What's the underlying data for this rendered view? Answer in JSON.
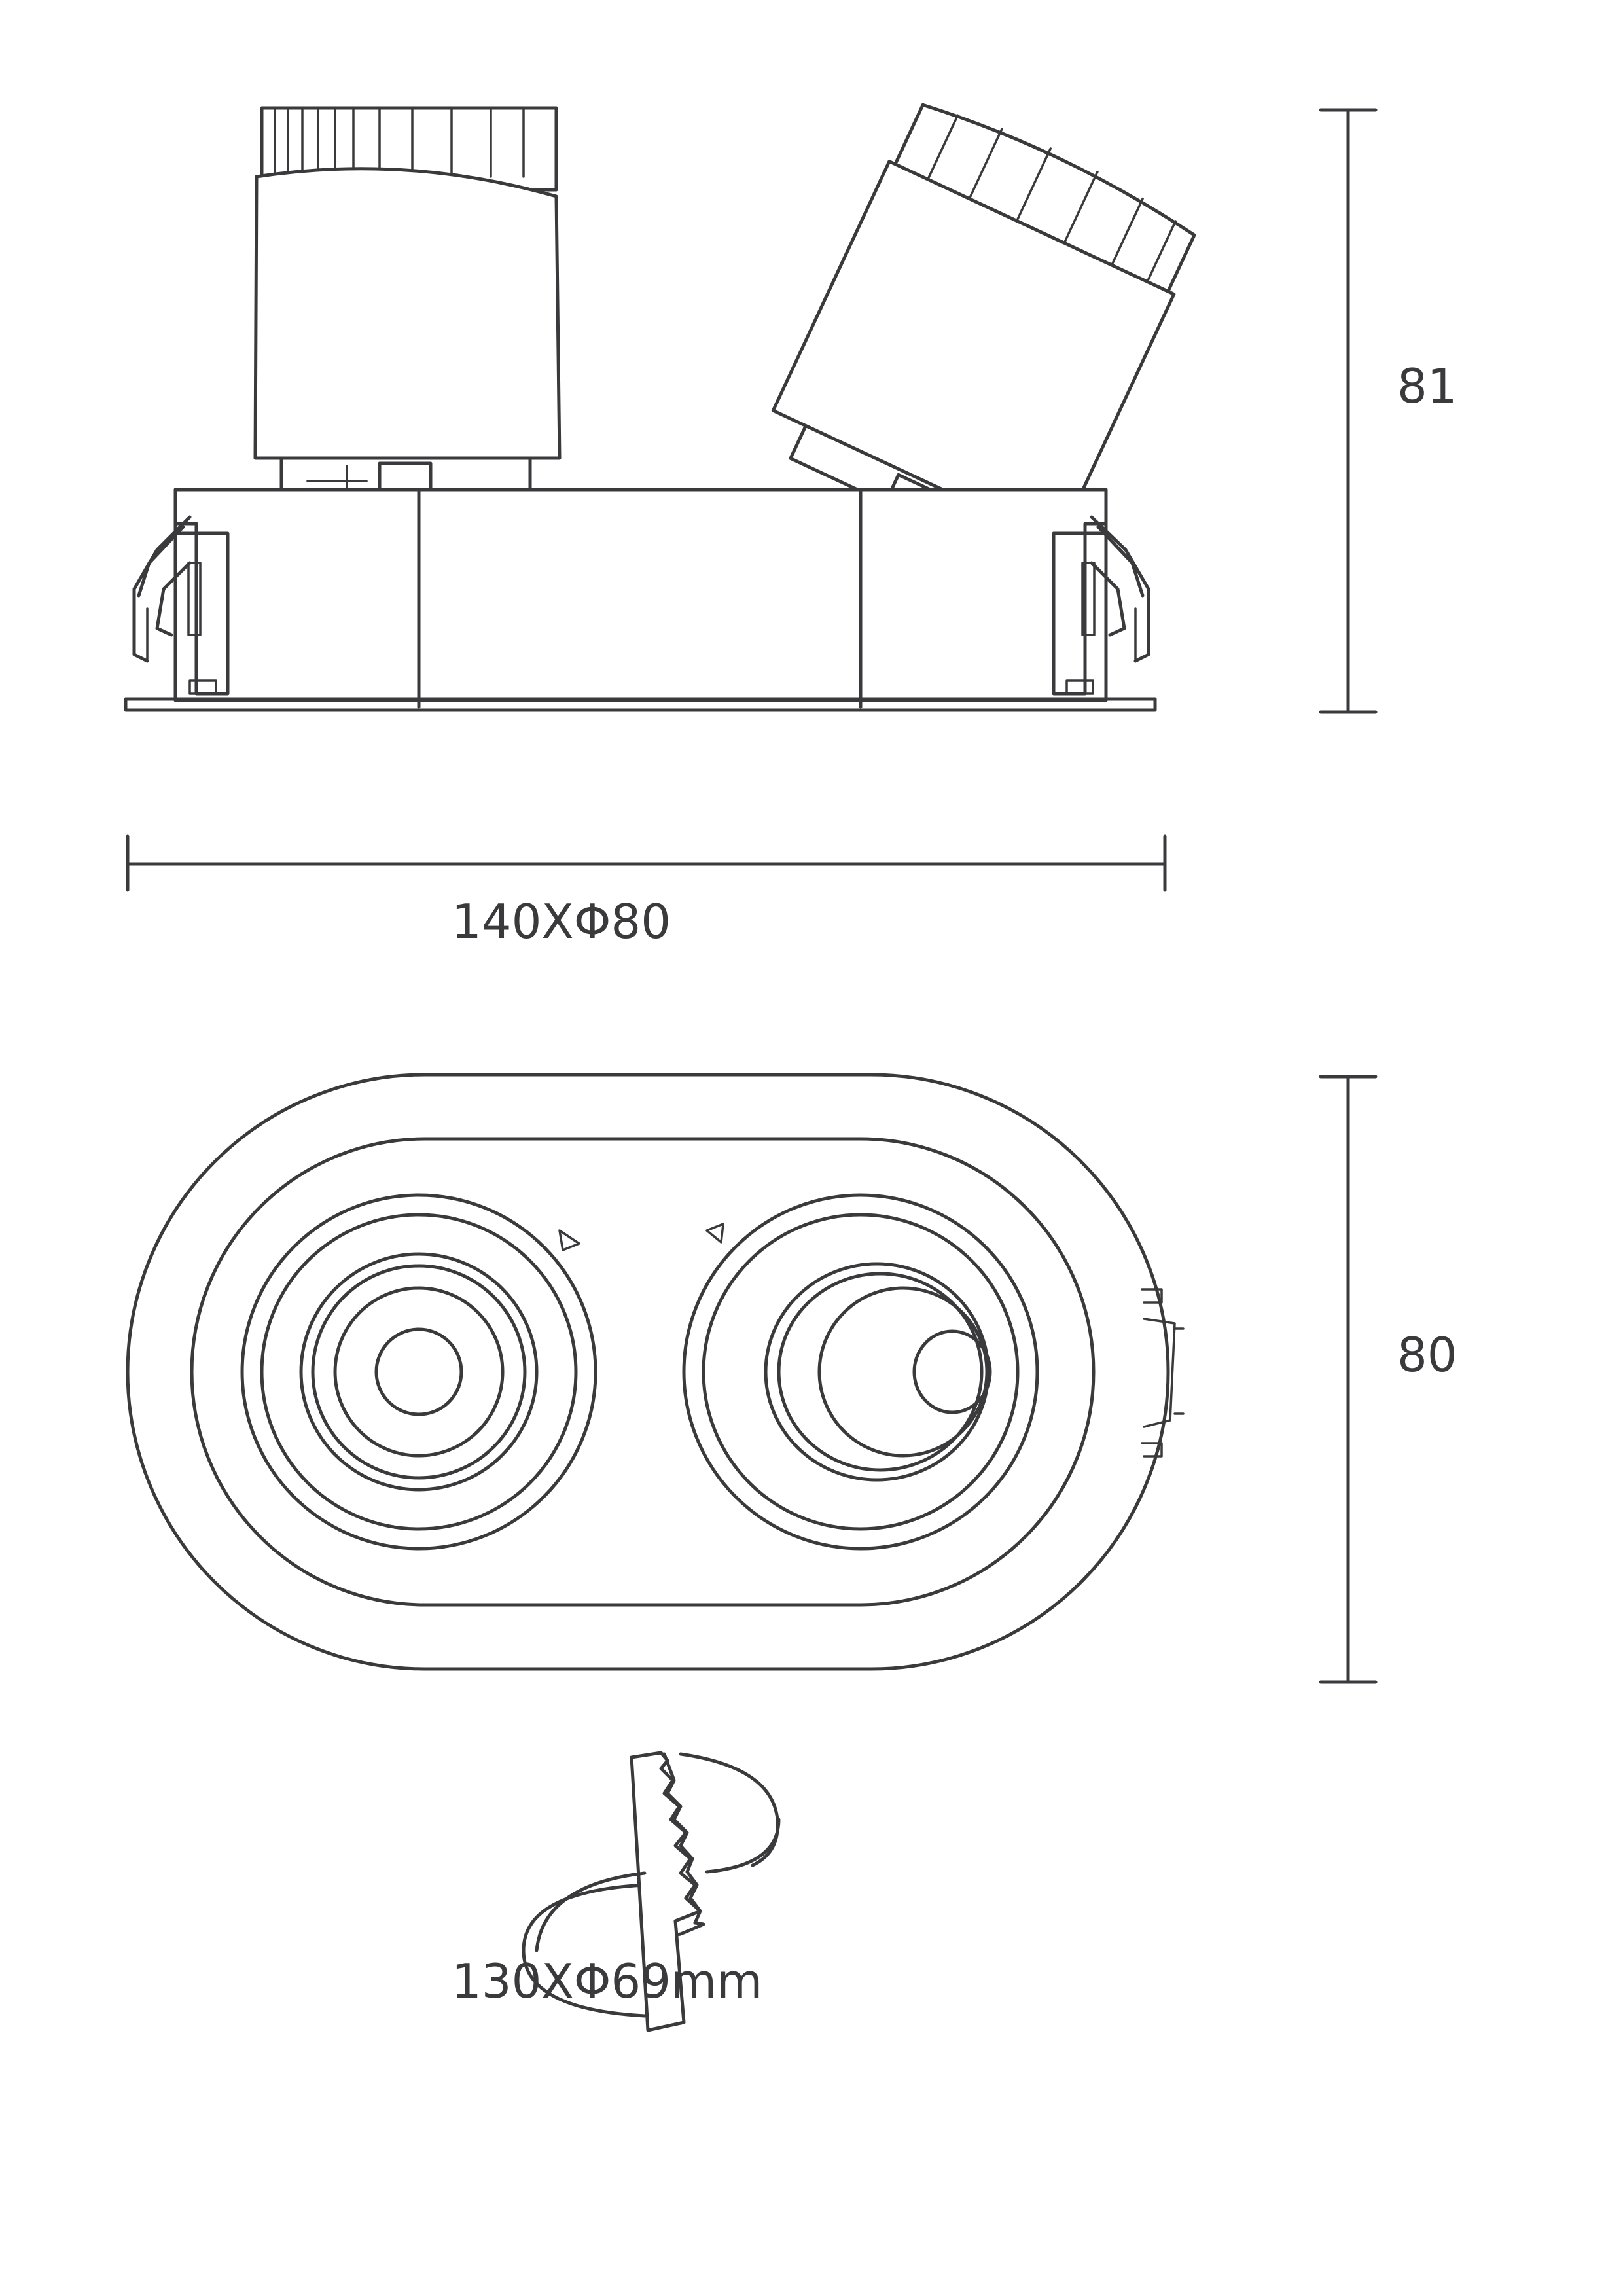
{
  "side_view": {
    "height_dimension": "81",
    "width_dimension": "140XΦ80"
  },
  "front_view": {
    "height_dimension": "80"
  },
  "cutout": {
    "size_label": "130XΦ69mm"
  },
  "colors": {
    "line": "#3a3a3c",
    "background": "#ffffff"
  }
}
